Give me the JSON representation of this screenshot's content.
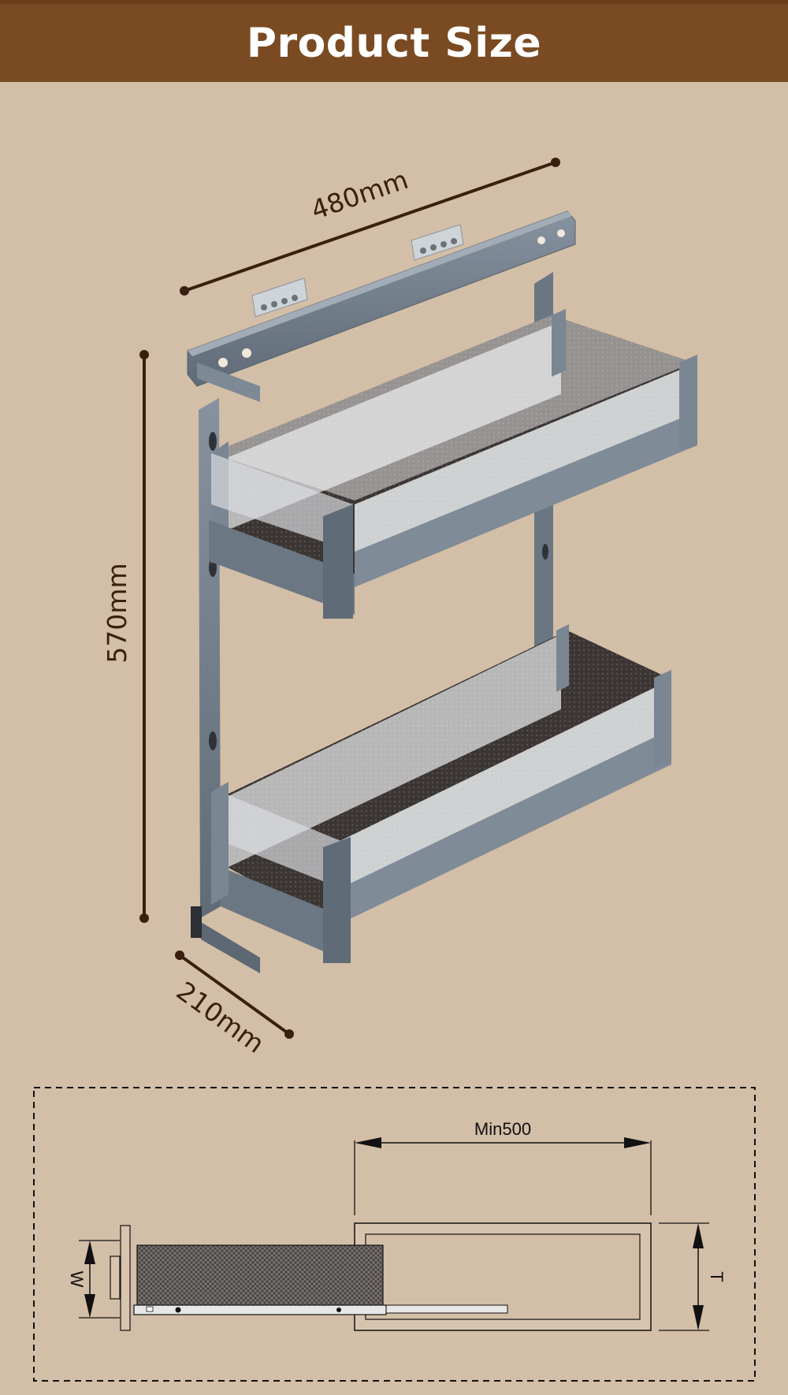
{
  "header": {
    "title": "Product Size"
  },
  "dimensions": {
    "width_label": "480mm",
    "height_label": "570mm",
    "depth_label": "210mm"
  },
  "installation": {
    "min_label": "Min500",
    "w_label": "W",
    "t_label": "T"
  },
  "colors": {
    "banner": "#7a4b22",
    "background": "#d3bea7",
    "dimension_line": "#3a1f0e",
    "frame": "#6f7c87",
    "mat": "#3b3533"
  }
}
